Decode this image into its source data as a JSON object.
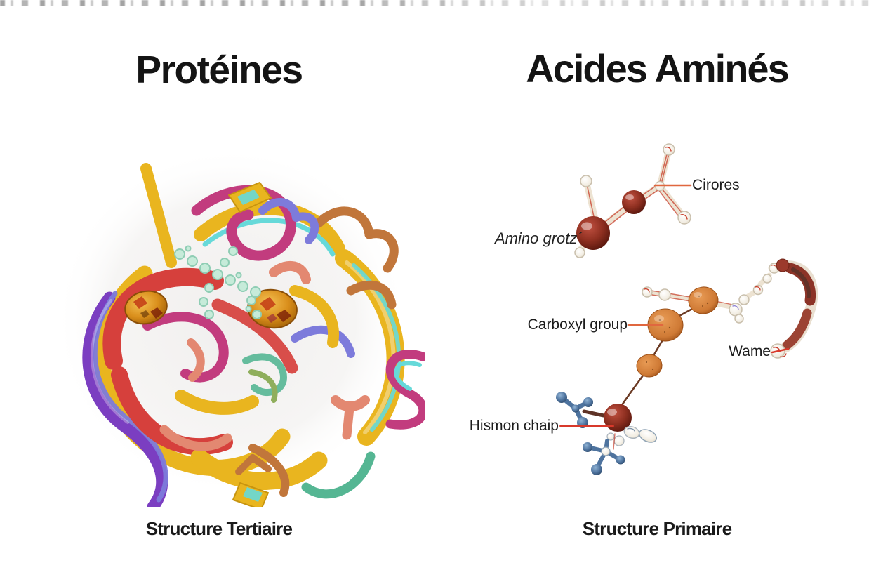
{
  "page": {
    "background_color": "#ffffff",
    "description": "Educational biology diagram comparing protein tertiary structure and amino acid primary structure",
    "language": "French"
  },
  "artifact_row": {
    "description": "faint cropped gray text remnants along the top edge of the image"
  },
  "left_panel": {
    "title": "Protéines",
    "caption": "Structure Tertiaire",
    "illustration": "3D tangle of colorful protein ribbons (tertiary structure)"
  },
  "right_panel": {
    "title": "Acides Aminés",
    "caption": "Structure Primaire",
    "illustration": "ball-and-stick amino acid molecules linked in a chain (primary structure)",
    "labels": {
      "carbon": "Cirores",
      "amino_group": "Amino grotz´",
      "carboxyl_group": "Carboxyl group",
      "name": "Wame",
      "side_chain": "Hismon chaip"
    }
  },
  "palette": {
    "title_color": "#141414",
    "label_color": "#1c1c1c",
    "leader_orange": "#e0673f",
    "leader_red": "#d8392b",
    "ribbon_yellow": "#e9b51f",
    "ribbon_red": "#d6403c",
    "ribbon_magenta": "#c23c7e",
    "ribbon_purple": "#7b3ec1",
    "ribbon_periwinkle": "#7d7bdb",
    "ribbon_cyan": "#66d9d9",
    "ribbon_teal": "#55b693",
    "ribbon_copper": "#c1763b",
    "ribbon_coral": "#e38871",
    "bead_mint": "#c6ebd9",
    "amber_glass": "#d98e1b",
    "bond_cream": "#ede3d2",
    "sphere_dark_red": "#8e2f20",
    "blob_orange": "#cf7a35",
    "sphere_steel_blue": "#4e739e",
    "chain_brown": "#6b3a24"
  }
}
